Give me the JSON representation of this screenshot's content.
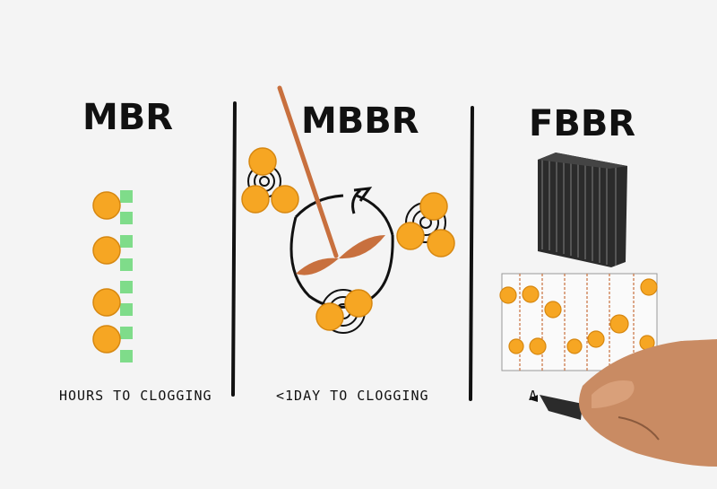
{
  "panels": {
    "mbr": {
      "title": "MBR",
      "caption": "HOURS TO CLOGGING"
    },
    "mbbr": {
      "title": "MBBR",
      "caption": "<1DAY TO CLOGGING"
    },
    "fbbr": {
      "title": "FBBR",
      "caption": "A"
    }
  },
  "colors": {
    "background": "#f4f4f4",
    "biofilm_bead": "#f6a623",
    "membrane": "#7fdc8a",
    "paddle": "#c8703e",
    "media_block": "#2b2b2b",
    "ink": "#111111"
  },
  "icons": {
    "hand": "hand-with-marker-icon",
    "media": "biofilm-media-block-icon",
    "mixer": "mixing-tank-icon"
  }
}
